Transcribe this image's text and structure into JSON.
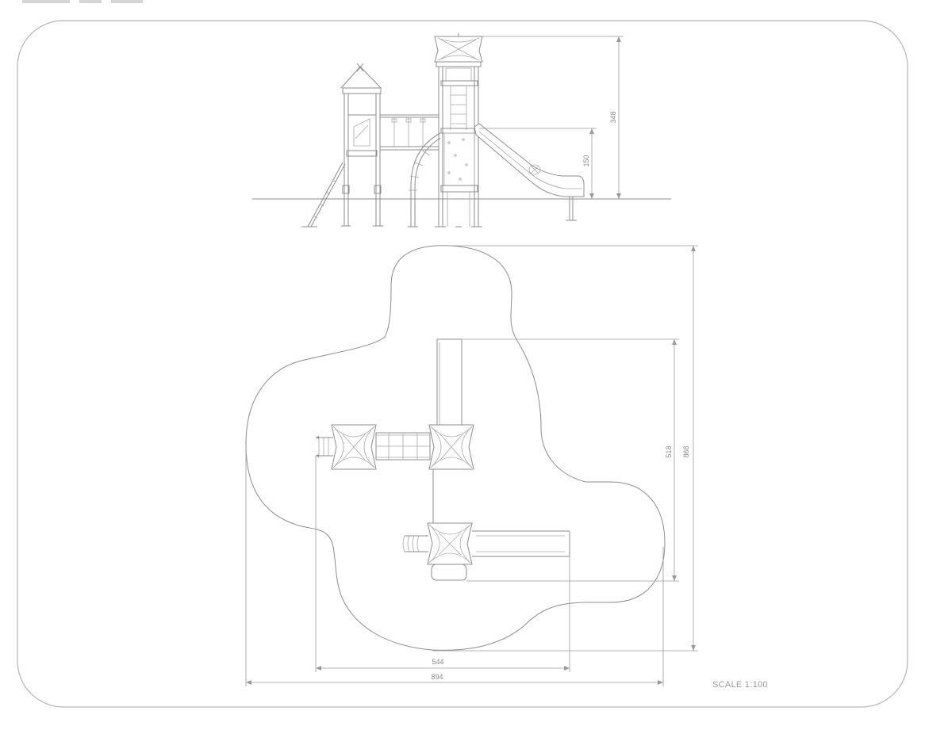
{
  "sheet": {
    "scale_label": "SCALE 1:100"
  },
  "elevation": {
    "dim_total_height": "348",
    "dim_platform_height": "150"
  },
  "plan": {
    "dim_depth_outer": "868",
    "dim_depth_inner": "518",
    "dim_width_inner": "544",
    "dim_width_outer": "894"
  },
  "colors": {
    "line": "#8c8c8c",
    "frame": "#b3b3b3",
    "background": "#ffffff"
  }
}
